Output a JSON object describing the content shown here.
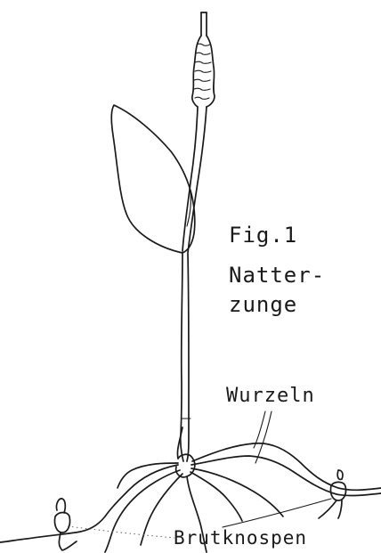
{
  "figure": {
    "title": "Fig.1",
    "name_line1": "Natter-",
    "name_line2": "zunge"
  },
  "labels": {
    "roots": "Wurzeln",
    "buds": "Brutknospen"
  }
}
